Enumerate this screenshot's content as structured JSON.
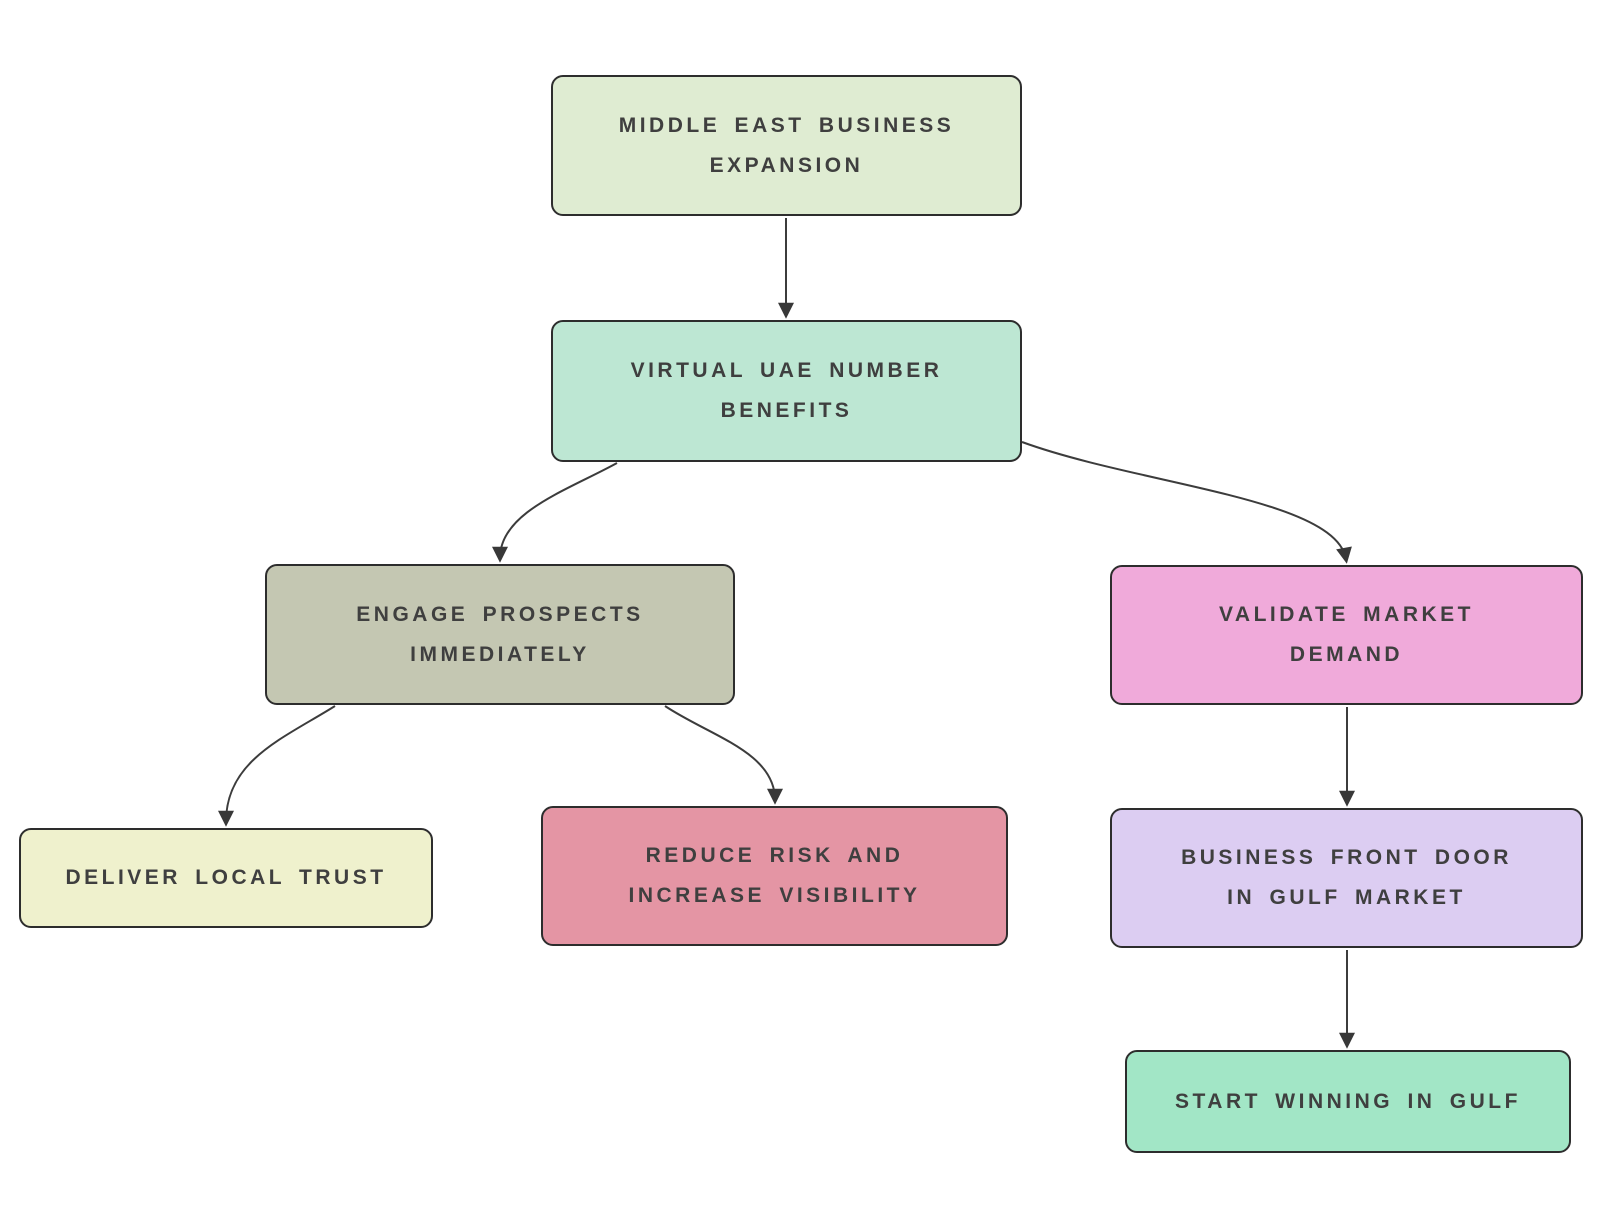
{
  "diagram": {
    "type": "flowchart",
    "background_color": "#ffffff",
    "edge_color": "#3c3c3c",
    "node_border_color": "#2d2d2d",
    "text_color": "#3f3f3f",
    "nodes": [
      {
        "id": "expansion",
        "lines": [
          "MIDDLE EAST BUSINESS",
          "EXPANSION"
        ],
        "label": "MIDDLE EAST BUSINESS EXPANSION",
        "fill": "#dfecd2"
      },
      {
        "id": "benefits",
        "lines": [
          "VIRTUAL UAE NUMBER",
          "BENEFITS"
        ],
        "label": "VIRTUAL UAE NUMBER BENEFITS",
        "fill": "#bde7d3"
      },
      {
        "id": "engage",
        "lines": [
          "ENGAGE PROSPECTS",
          "IMMEDIATELY"
        ],
        "label": "ENGAGE PROSPECTS IMMEDIATELY",
        "fill": "#c4c7b2"
      },
      {
        "id": "validate",
        "lines": [
          "VALIDATE MARKET",
          "DEMAND"
        ],
        "label": "VALIDATE MARKET DEMAND",
        "fill": "#f0aada"
      },
      {
        "id": "trust",
        "lines": [
          "DELIVER LOCAL TRUST"
        ],
        "label": "DELIVER LOCAL TRUST",
        "fill": "#eff1cd"
      },
      {
        "id": "risk",
        "lines": [
          "REDUCE RISK AND",
          "INCREASE VISIBILITY"
        ],
        "label": "REDUCE RISK AND INCREASE VISIBILITY",
        "fill": "#e495a4"
      },
      {
        "id": "frontdoor",
        "lines": [
          "BUSINESS FRONT DOOR",
          "IN GULF MARKET"
        ],
        "label": "BUSINESS FRONT DOOR IN GULF MARKET",
        "fill": "#dccdf2"
      },
      {
        "id": "winning",
        "lines": [
          "START WINNING IN GULF"
        ],
        "label": "START WINNING IN GULF",
        "fill": "#a2e6c6"
      }
    ],
    "edges": [
      {
        "from": "expansion",
        "to": "benefits"
      },
      {
        "from": "benefits",
        "to": "engage"
      },
      {
        "from": "benefits",
        "to": "validate"
      },
      {
        "from": "engage",
        "to": "trust"
      },
      {
        "from": "engage",
        "to": "risk"
      },
      {
        "from": "validate",
        "to": "frontdoor"
      },
      {
        "from": "frontdoor",
        "to": "winning"
      }
    ]
  }
}
